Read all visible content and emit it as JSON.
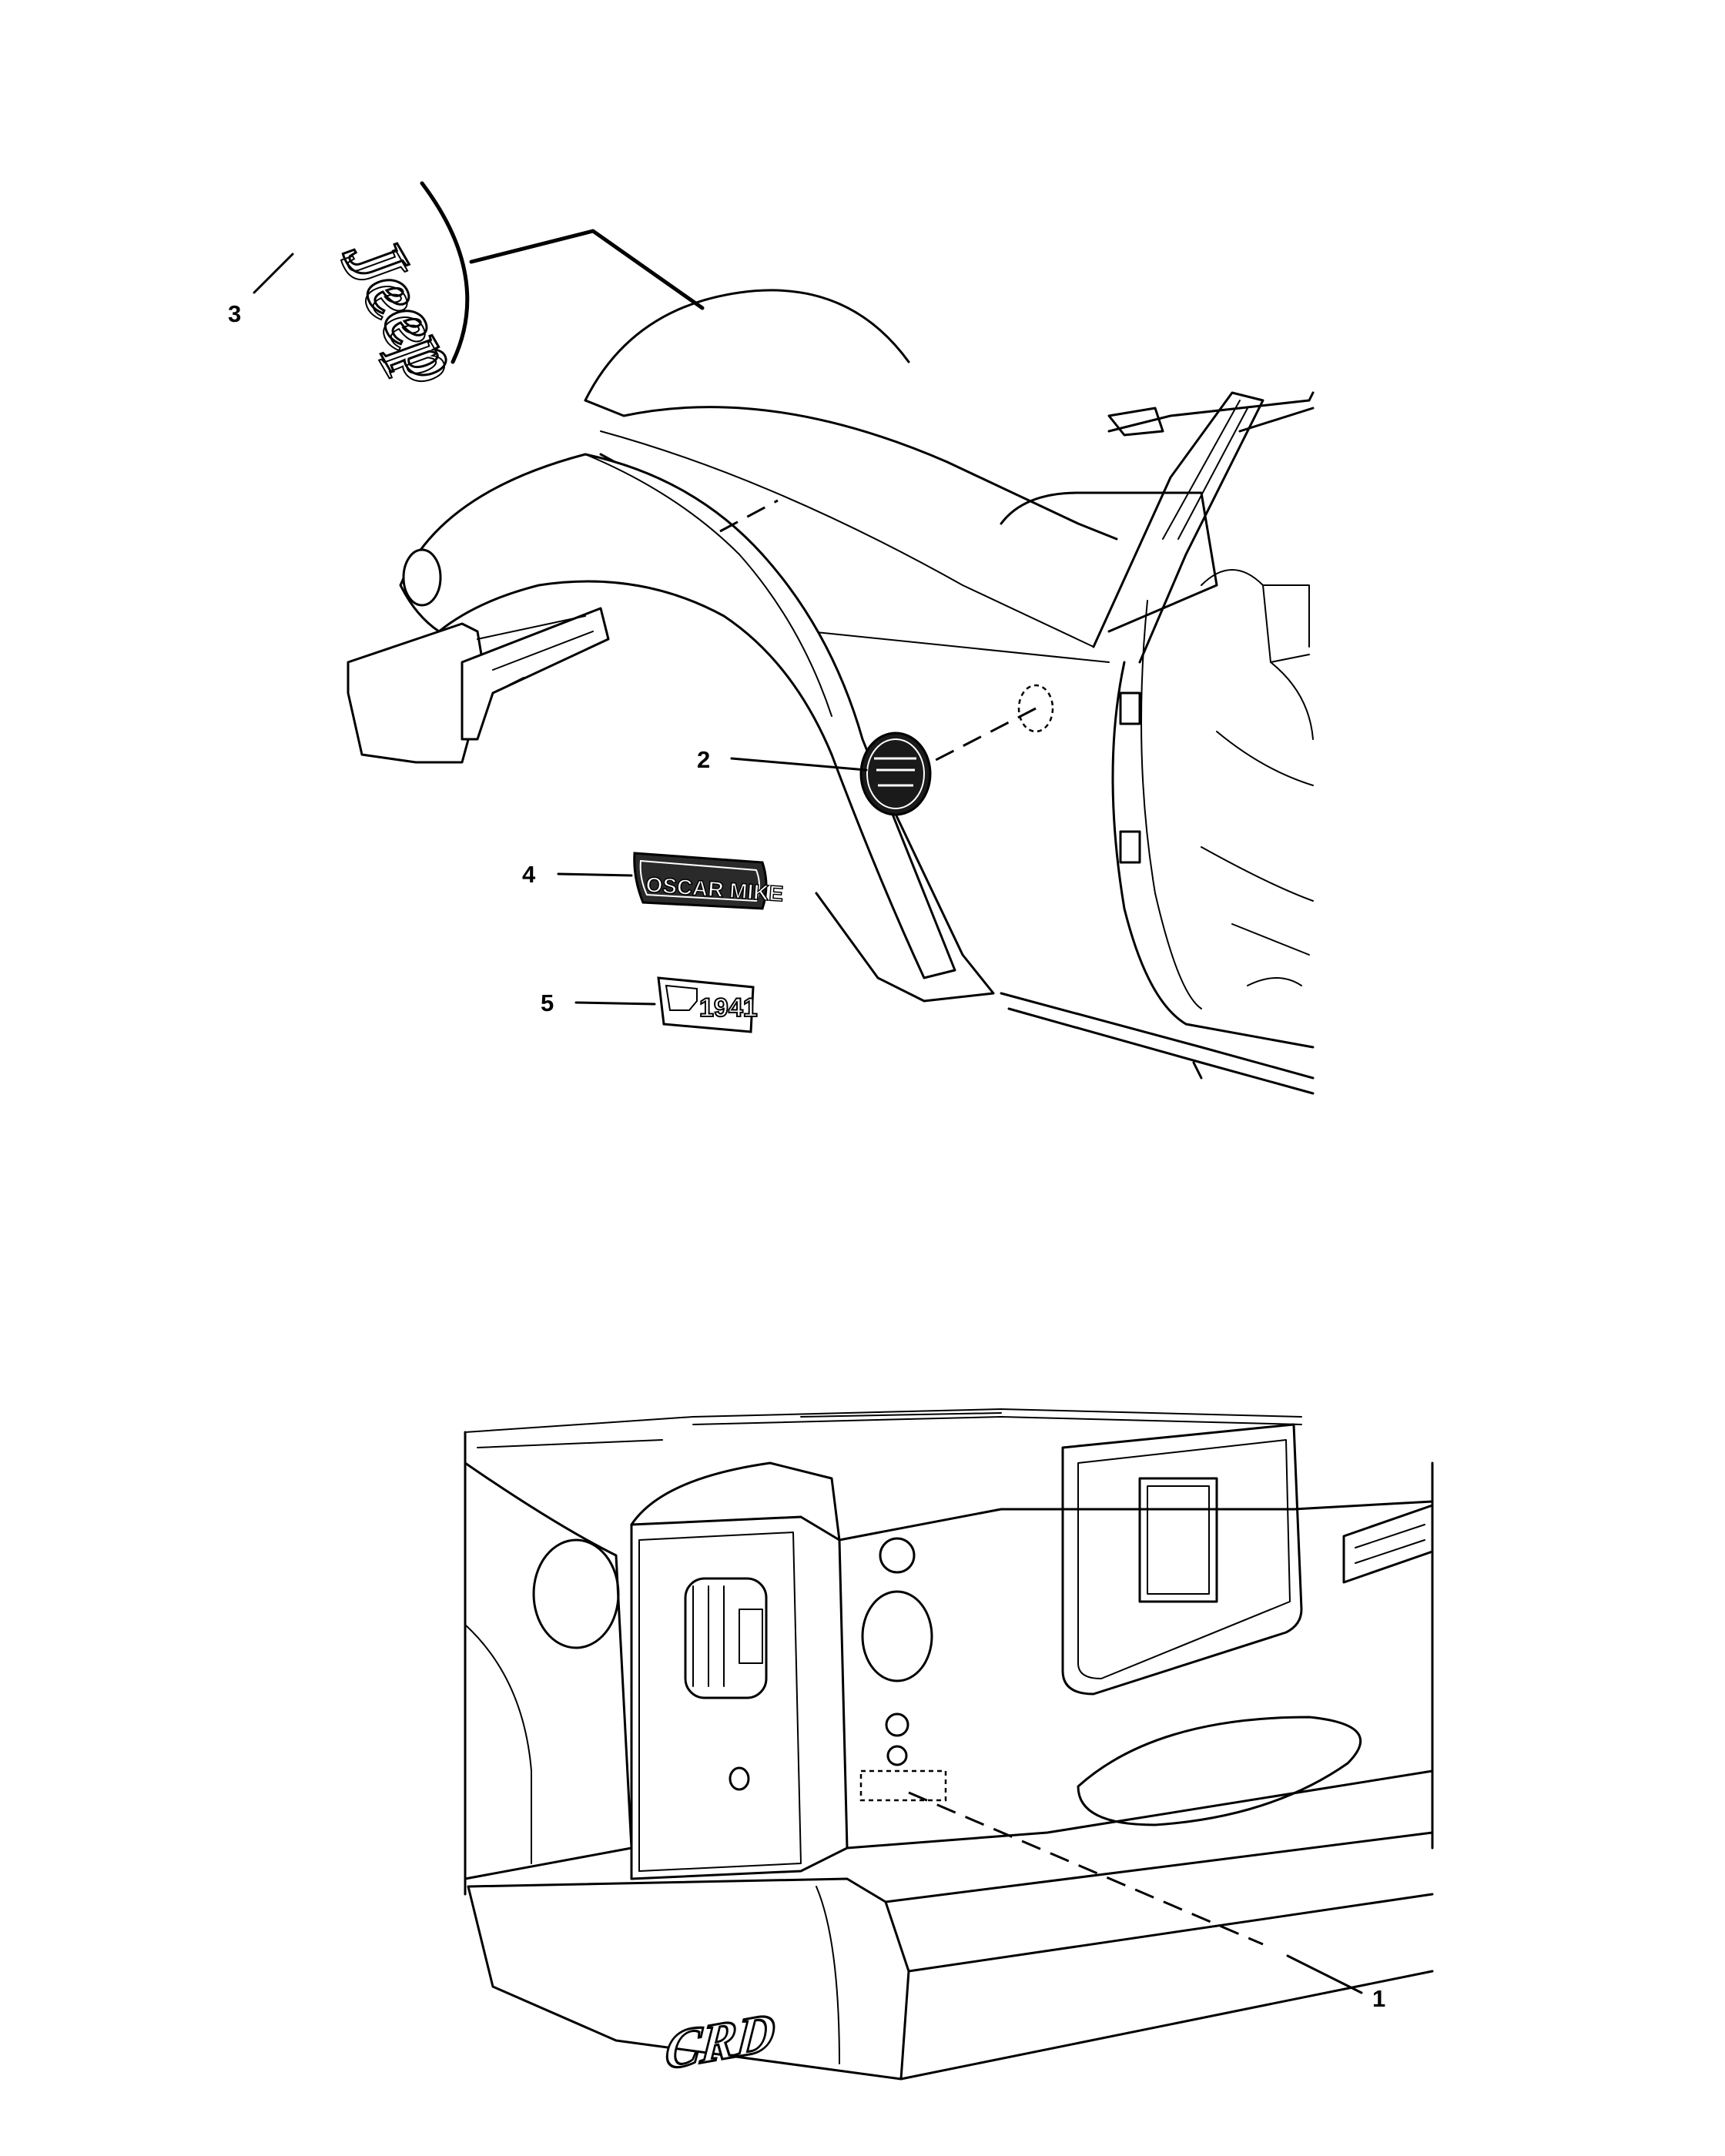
{
  "callouts": [
    {
      "number": "1"
    },
    {
      "number": "2"
    },
    {
      "number": "3"
    },
    {
      "number": "4"
    },
    {
      "number": "5"
    }
  ],
  "emblems": {
    "jeep": "Jeep",
    "oscar_mike": "OSCAR MIKE",
    "year_1941": "1941",
    "crd": "CRD"
  }
}
